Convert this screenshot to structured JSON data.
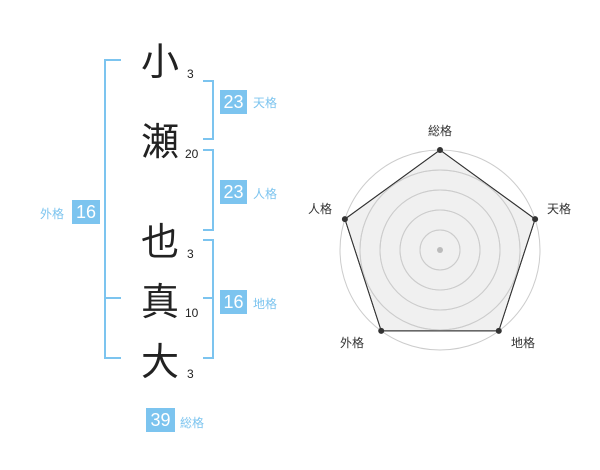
{
  "name": {
    "characters": [
      {
        "char": "小",
        "strokes": "3"
      },
      {
        "char": "瀬",
        "strokes": "20"
      },
      {
        "char": "也",
        "strokes": "3"
      },
      {
        "char": "真",
        "strokes": "10"
      },
      {
        "char": "大",
        "strokes": "3"
      }
    ]
  },
  "scores": {
    "tenkaku": {
      "value": "23",
      "label": "天格"
    },
    "jinkaku": {
      "value": "23",
      "label": "人格"
    },
    "chikaku": {
      "value": "16",
      "label": "地格"
    },
    "gaikaku": {
      "value": "16",
      "label": "外格"
    },
    "soukaku": {
      "value": "39",
      "label": "総格"
    }
  },
  "radar": {
    "axes": [
      "総格",
      "天格",
      "地格",
      "外格",
      "人格"
    ],
    "levels": 5,
    "values": [
      5,
      5,
      5,
      5,
      5
    ],
    "max": 5,
    "colors": {
      "fill": "#ebebeb",
      "ring": "#cccccc",
      "line": "#333333",
      "point": "#333333",
      "center": "#bbbbbb"
    }
  },
  "colors": {
    "accent": "#7cc4ef",
    "text": "#222222"
  }
}
